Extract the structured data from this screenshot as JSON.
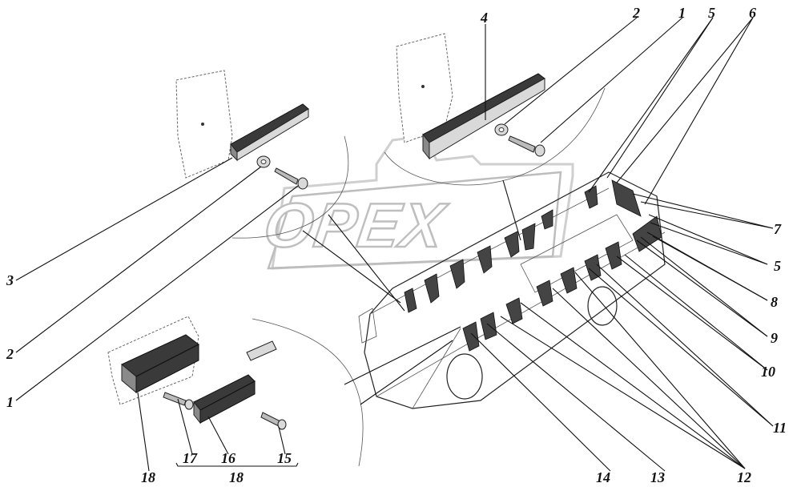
{
  "logo": {
    "text": "OPEX"
  },
  "callouts": {
    "c1_top": "1",
    "c2_top": "2",
    "c4_top": "4",
    "c5_top": "5",
    "c6_top": "6",
    "c7": "7",
    "c5_right": "5",
    "c8": "8",
    "c9": "9",
    "c10": "10",
    "c11": "11",
    "c12": "12",
    "c13": "13",
    "c14": "14",
    "c3": "3",
    "c2_left": "2",
    "c1_left": "1",
    "c18_part": "18",
    "c17": "17",
    "c16": "16",
    "c15": "15",
    "c18_group": "18"
  }
}
